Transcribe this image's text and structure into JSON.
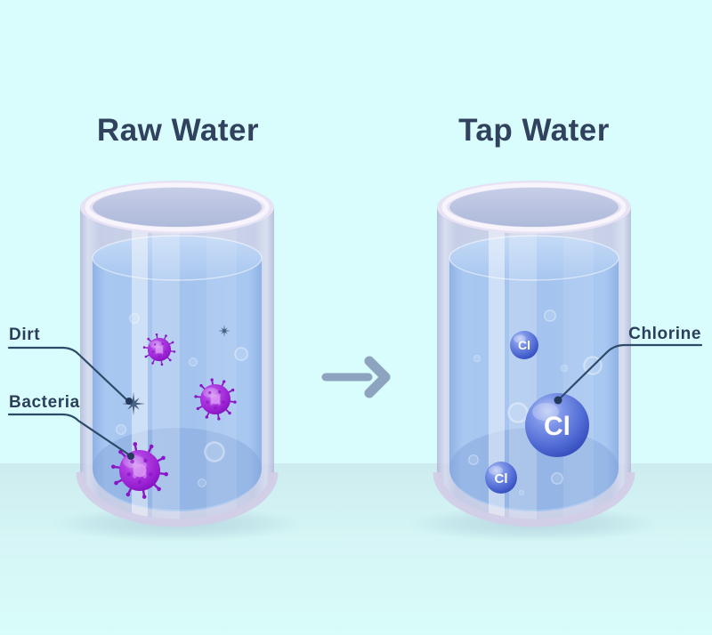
{
  "left_panel": {
    "title": "Raw Water",
    "dirt_label": "Dirt",
    "bacteria_label": "Bacteria",
    "contaminants": [
      "dirt-star-large",
      "dirt-star-small",
      "bacteria-large",
      "bacteria-medium",
      "bacteria-small"
    ]
  },
  "right_panel": {
    "title": "Tap Water",
    "chlorine_label": "Chlorine",
    "cl_large": "Cl",
    "cl_small_top": "Cl",
    "cl_small_bottom": "Cl"
  },
  "arrow": {
    "meaning": "raw water transforms into tap water",
    "direction": "right"
  },
  "colors": {
    "background": "#d8fdfc",
    "floor": "#cdecef",
    "glass": "#c9cbe7",
    "water": "#a6c5ef",
    "bacteria": "#9c2bd4",
    "dirt": "#3c5878",
    "chlorine_sphere": "#4b66d2",
    "arrow": "#8da3c0",
    "label_text": "#2d3e5a",
    "leader_line": "#2d4a68",
    "title_text": "#31425f"
  }
}
